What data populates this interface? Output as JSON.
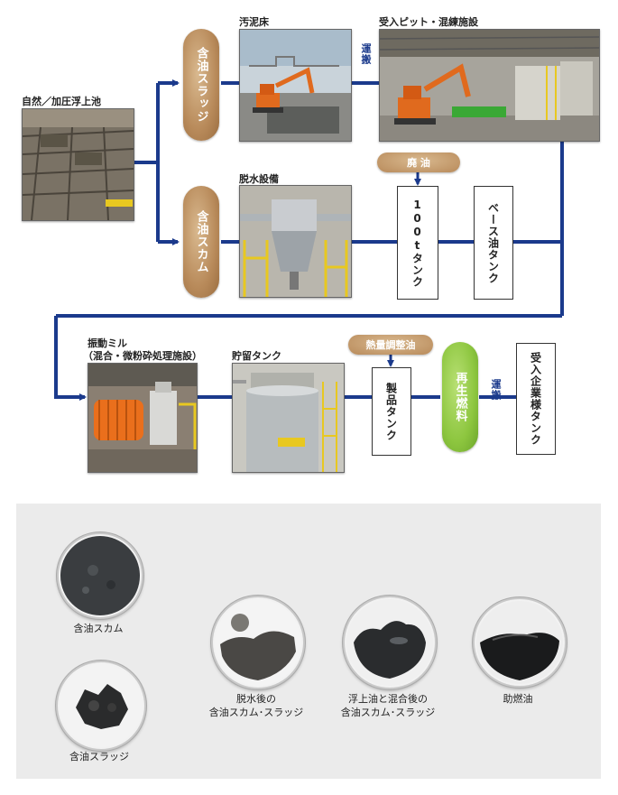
{
  "labels": {
    "pond": "自然／加圧浮上池",
    "sludge_bed": "汚泥床",
    "receiving_pit": "受入ピット・混練施設",
    "dewatering": "脱水設備",
    "vibration_mill_1": "振動ミル",
    "vibration_mill_2": "（混合・微粉砕処理施設）",
    "storage_tank": "貯留タンク"
  },
  "ovals": {
    "oily_sludge": "含油スラッジ",
    "oily_scum": "含油スカム",
    "recycled_fuel": "再生燃料"
  },
  "tanks": {
    "tank_100t": "100tタンク",
    "base_oil_tank": "ベース油タンク",
    "product_tank": "製品タンク",
    "receiving_company_tank": "受入企業様タンク"
  },
  "pills": {
    "waste_oil": "廃 油",
    "calorie_oil": "熱量調整油"
  },
  "transport": {
    "top": "運搬",
    "bottom": "運搬"
  },
  "samples": {
    "oily_scum": "含油スカム",
    "oily_sludge": "含油スラッジ",
    "dewatered_1": "脱水後の",
    "dewatered_2": "含油スカム･スラッジ",
    "mixed_1": "浮上油と混合後の",
    "mixed_2": "含油スカム･スラッジ",
    "auxiliary_oil": "助燃油"
  },
  "colors": {
    "flow_line": "#1b3a8c",
    "oval_brown": "#b88a5a",
    "oval_green": "#8dc63f",
    "panel_bg": "#ebebeb"
  }
}
